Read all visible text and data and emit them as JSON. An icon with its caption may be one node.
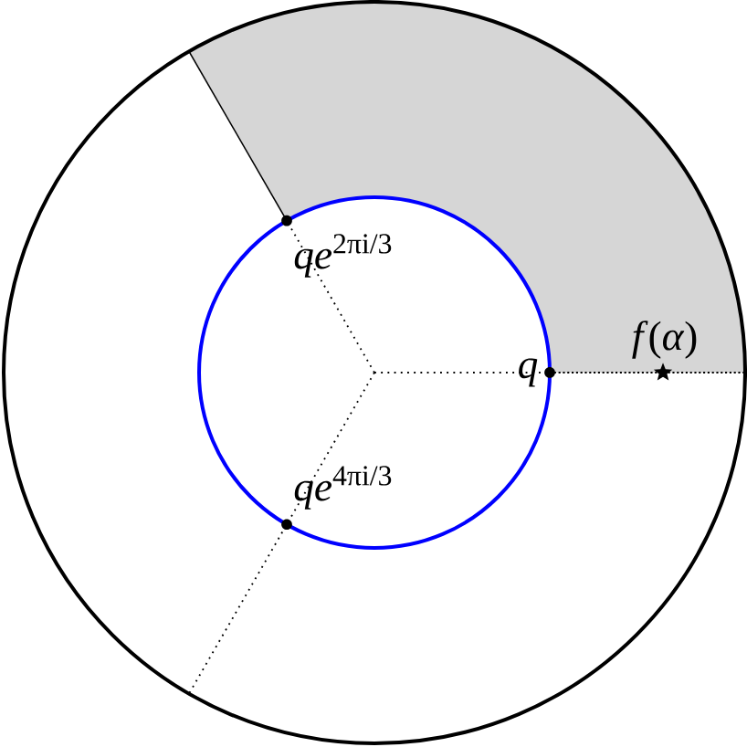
{
  "diagram": {
    "labels": [
      "*qe*$^{2πi/3}$",
      "*q*",
      "*f*(*α*)",
      "*qe*$^{4πi/3}$"
    ]
  }
}
